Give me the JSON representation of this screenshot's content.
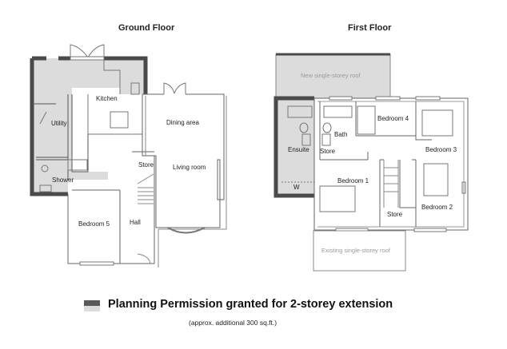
{
  "floors": {
    "ground": {
      "title": "Ground Floor",
      "rooms": {
        "kitchen": "Kitchen",
        "utility": "Utility",
        "shower": "Shower",
        "bedroom5": "Bedroom 5",
        "hall": "Hall",
        "store": "Store",
        "dining": "Dining area",
        "living": "Living room"
      }
    },
    "first": {
      "title": "First Floor",
      "rooms": {
        "bath": "Bath",
        "bedroom4": "Bedroom 4",
        "bedroom3": "Bedroom 3",
        "ensuite": "Ensuite",
        "store_upper": "Store",
        "bedroom1": "Bedroom 1",
        "bedroom2": "Bedroom 2",
        "store_lower": "Store",
        "wardrobe": "W"
      },
      "roofs": {
        "new": "New single-storey roof",
        "existing": "Existing single-storey roof"
      }
    }
  },
  "legend": {
    "title": "Planning Permission granted for 2-storey extension",
    "subtitle": "(approx. additional 300 sq.ft.)",
    "colors": {
      "extension_wall": "#5a5a5a",
      "extension_fill": "#dcdcdc"
    }
  }
}
